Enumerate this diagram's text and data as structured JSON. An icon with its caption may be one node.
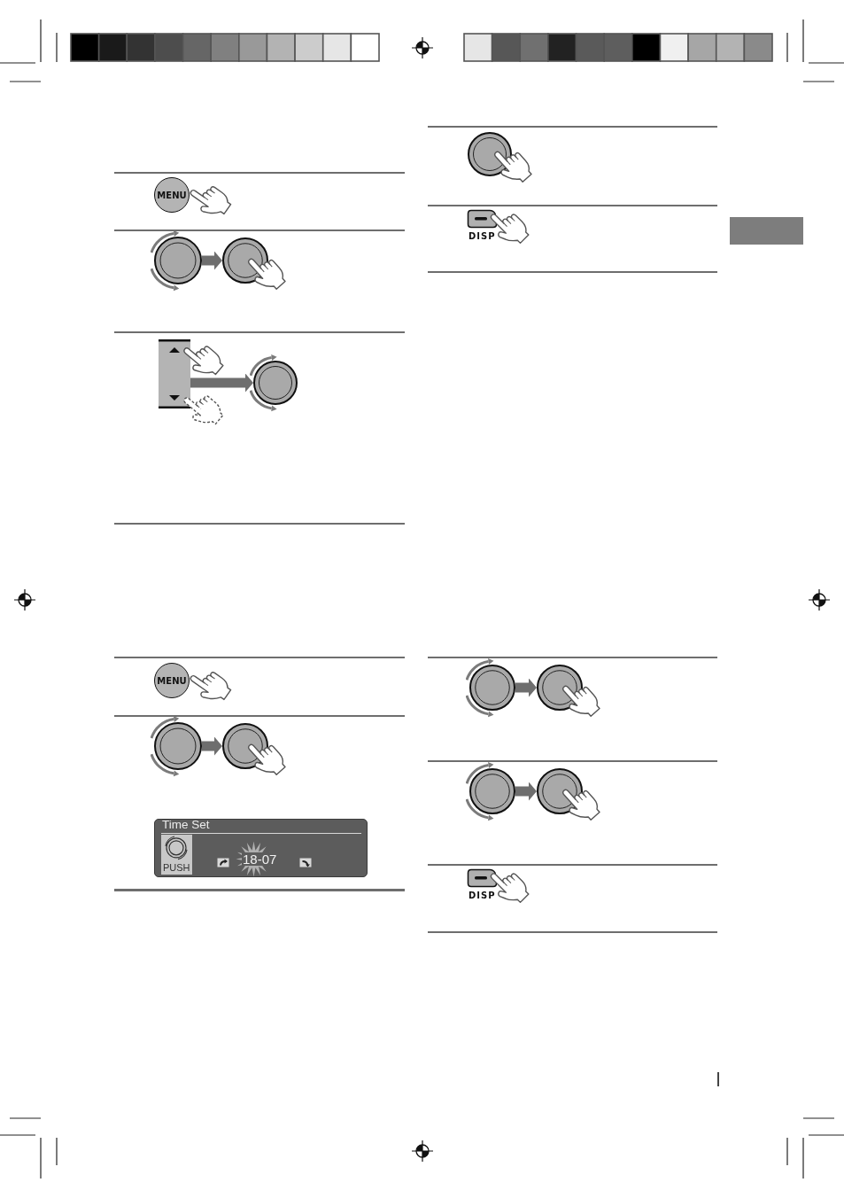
{
  "diagram": {
    "nodes": [
      {
        "text": [
          "MENU"
        ]
      },
      {
        "text": [],
        "shape": "circle"
      },
      {
        "text": [],
        "shape": "circle"
      },
      {
        "text": [],
        "shape": "bar"
      },
      {
        "text": [],
        "shape": "circle"
      },
      {
        "text": [
          "MENU"
        ]
      },
      {
        "text": [],
        "shape": "circle"
      },
      {
        "text": [],
        "shape": "circle"
      },
      {
        "text": [
          "Time Set",
          "PUSH",
          "18-07"
        ]
      },
      {
        "text": [],
        "shape": "circle"
      },
      {
        "text": [
          "DISP"
        ]
      },
      {
        "text": [],
        "shape": "circle"
      },
      {
        "text": [],
        "shape": "circle"
      },
      {
        "text": [],
        "shape": "circle"
      },
      {
        "text": [],
        "shape": "circle"
      },
      {
        "text": [
          "DISP"
        ]
      },
      {
        "text": [],
        "shape": "box"
      }
    ],
    "edges": [
      {
        "from": 1,
        "to": 2,
        "arrow": "to"
      },
      {
        "from": 3,
        "to": 4,
        "arrow": "to"
      },
      {
        "from": 6,
        "to": 7,
        "arrow": "to"
      },
      {
        "from": 11,
        "to": 12,
        "arrow": "to"
      },
      {
        "from": 13,
        "to": 14,
        "arrow": "to"
      }
    ]
  }
}
